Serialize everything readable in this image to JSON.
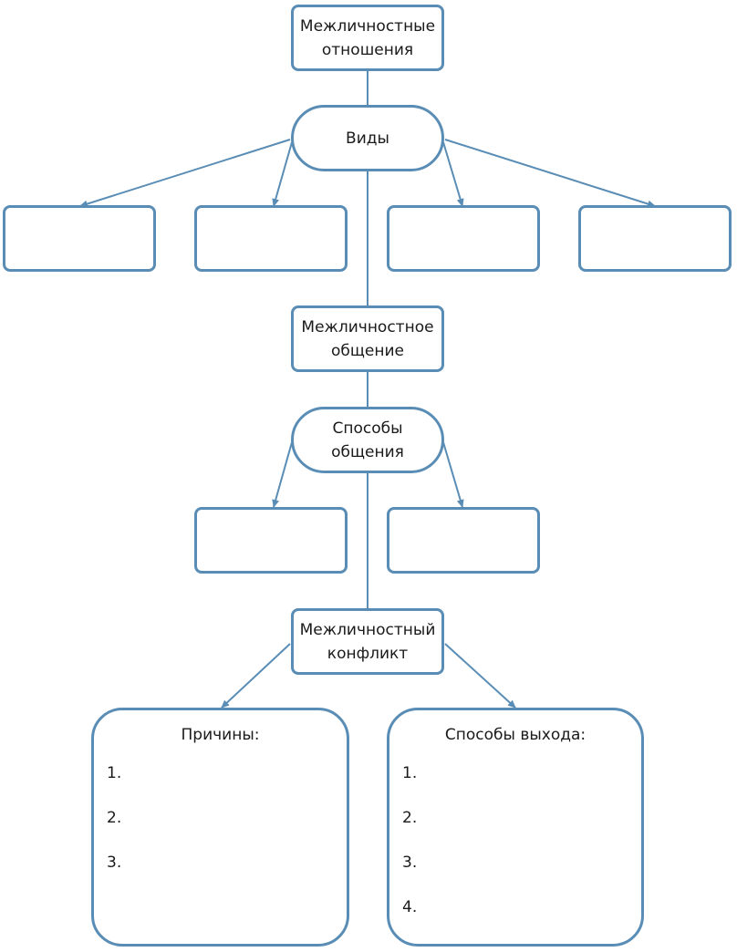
{
  "nodes": {
    "relations": "Межличностные\nотношения",
    "types": "Виды",
    "communication": "Межличностное\nобщение",
    "ways": "Способы\nобщения",
    "conflict": "Межличностный\nконфликт"
  },
  "causes": {
    "title": "Причины:",
    "items": [
      "1.",
      "2.",
      "3."
    ]
  },
  "exits": {
    "title": "Способы выхода:",
    "items": [
      "1.",
      "2.",
      "3.",
      "4."
    ]
  },
  "colors": {
    "stroke": "#5a8db5"
  }
}
